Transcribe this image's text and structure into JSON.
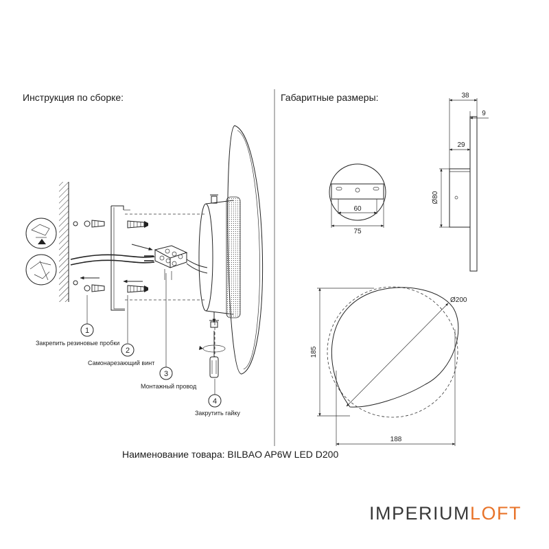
{
  "headings": {
    "assembly": "Инструкция по сборке:",
    "dimensions": "Габаритные размеры:"
  },
  "steps": [
    {
      "num": "1",
      "label": "Закрепить резиновые пробки"
    },
    {
      "num": "2",
      "label": "Самонарезающий винт"
    },
    {
      "num": "3",
      "label": "Монтажный провод"
    },
    {
      "num": "4",
      "label": "Закрутить гайку"
    }
  ],
  "dimensions": {
    "bracket_hole_spacing": "60",
    "bracket_width": "75",
    "side_total_depth": "38",
    "side_panel_thickness": "9",
    "side_body_depth": "29",
    "side_body_diameter": "Ø80",
    "front_height": "185",
    "front_width": "188",
    "front_diameter": "Ø200"
  },
  "product": {
    "label": "Наименование товара: BILBAO AP6W LED D200"
  },
  "brand": {
    "part1": "IMPERIUM",
    "part2": "LOFT",
    "accent_color": "#e8742a"
  }
}
